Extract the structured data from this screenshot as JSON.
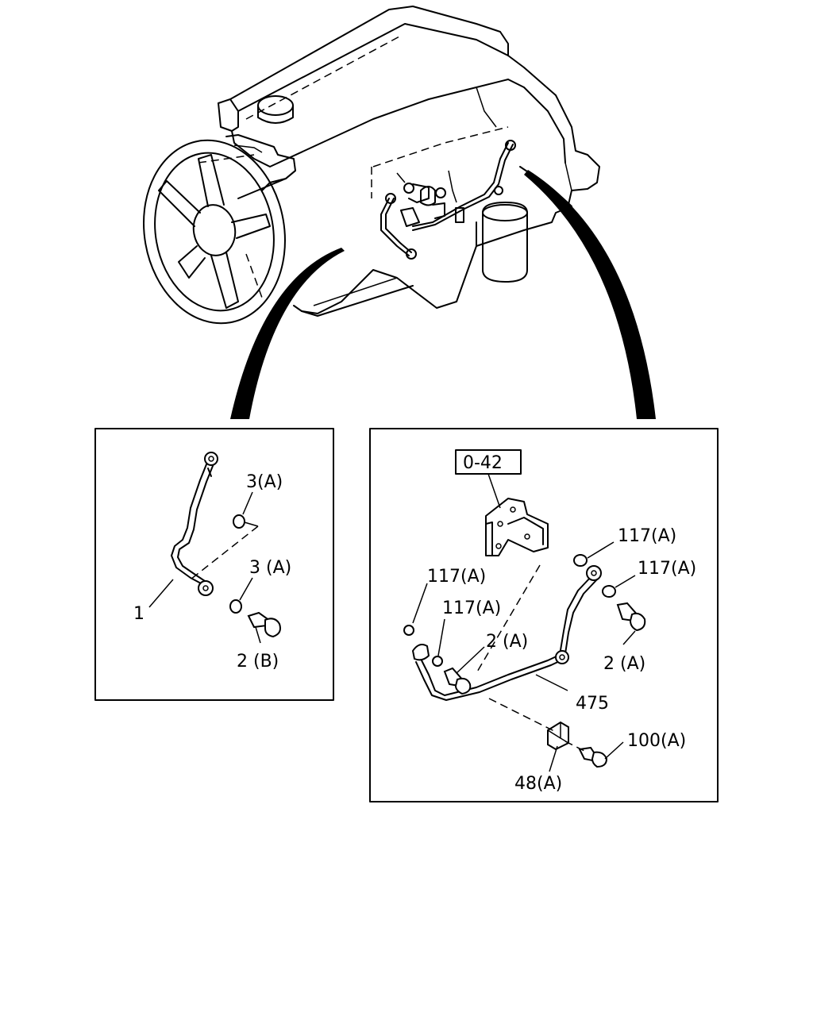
{
  "callouts": {
    "left": {
      "part_1": "1",
      "part_3a_upper": "3(A)",
      "part_3a_lower": "3 (A)",
      "part_2b": "2 (B)"
    },
    "right": {
      "ref_box": "0-42",
      "part_117a_top_right": "117(A)",
      "part_117a_right": "117(A)",
      "part_117a_left": "117(A)",
      "part_117a_mid": "117(A)",
      "part_2a_mid": "2 (A)",
      "part_2a_right": "2 (A)",
      "part_475": "475",
      "part_100a": "100(A)",
      "part_48a": "48(A)"
    }
  }
}
